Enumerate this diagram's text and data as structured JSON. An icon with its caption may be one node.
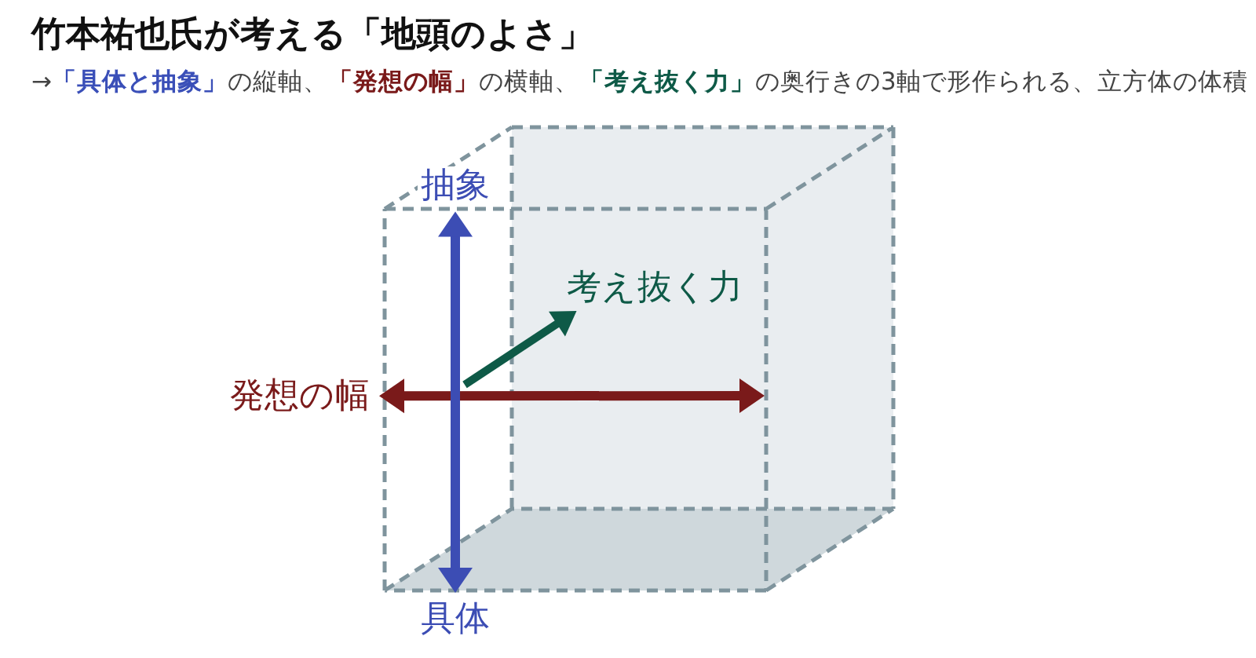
{
  "diagram": {
    "title": "竹本祐也氏が考える「地頭のよさ」",
    "nodes": [
      {
        "text": [
          "抽象"
        ]
      },
      {
        "text": [
          "具体"
        ]
      },
      {
        "text": [
          "発想の幅"
        ]
      },
      {
        "text": [
          "考え抜く力"
        ]
      }
    ],
    "edges": [
      {
        "from": 1,
        "to": 0,
        "arrow": "both",
        "color": "#3c4db4"
      },
      {
        "from": null,
        "to": 2,
        "arrow": "both",
        "color": "#7a1a1a"
      },
      {
        "from": null,
        "to": 3,
        "arrow": "to",
        "color": "#0e5a47"
      }
    ],
    "labels": [
      "→**「具体と抽象」**の縦軸、**「発想の幅」**の横軸、**「考え抜く力」**の奥行きの3軸で形作られる、立方体の体積"
    ]
  }
}
